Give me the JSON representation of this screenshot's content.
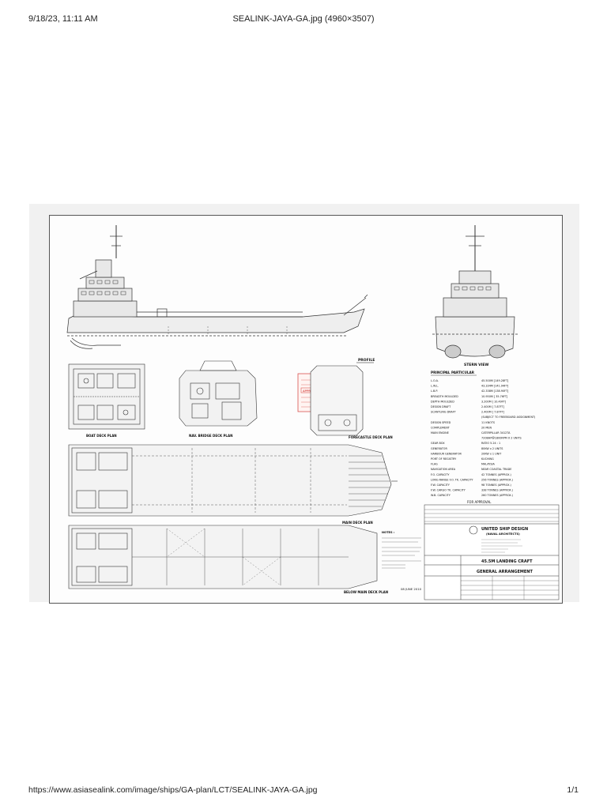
{
  "header": {
    "timestamp": "9/18/23, 11:11 AM",
    "document_title": "SEALINK-JAYA-GA.jpg (4960×3507)"
  },
  "footer": {
    "url": "https://www.asiasealink.com/image/ships/GA-plan/LCT/SEALINK-JAYA-GA.jpg",
    "page_number": "1/1"
  },
  "drawing": {
    "views": {
      "profile": "PROFILE",
      "stern_view": "STERN VIEW",
      "boat_deck": "BOAT DECK PLAN",
      "nav_bridge": "NAV. BRIDGE DECK PLAN",
      "forecastle": "FORECASTLE DECK PLAN",
      "main_deck": "MAIN DECK PLAN",
      "below_main": "BELOW MAIN DECK PLAN"
    },
    "particulars": {
      "heading": "PRINCIPAL PARTICULAR",
      "rows": [
        {
          "label": "L.O.A.",
          "value": "45.500M [149.28FT]"
        },
        {
          "label": "L.W.L.",
          "value": "43.334M [141.94FT]"
        },
        {
          "label": "L.B.P.",
          "value": "42.338M [138.90FT]"
        },
        {
          "label": "BREADTH MOULDED",
          "value": "10.950M [ 35.76FT]"
        },
        {
          "label": "DEPTH MOULDED",
          "value": "3.200M [ 10.49FT]"
        },
        {
          "label": "DESIGN DRAFT",
          "value": "2.400M [ 7.87FT]"
        },
        {
          "label": "SCANTLING DRAFT",
          "value": "2.400M [ 7.87FT]"
        },
        {
          "label": "",
          "value": "(SUBJECT TO FREEBOARD ASSIGNMENT)"
        },
        {
          "label": "DESIGN SPEED",
          "value": "11 KNOTS"
        },
        {
          "label": "COMPLEMENT",
          "value": "20 MEN"
        },
        {
          "label": "MAIN ENGINE",
          "value": "CATERPILLAR 3412TA"
        },
        {
          "label": "",
          "value": "720BHP@1800RPM X 2 UNITS"
        },
        {
          "label": "GEAR BOX",
          "value": "RATIO 5.24 : 1"
        },
        {
          "label": "GENERATOR",
          "value": "80KW x 2 UNITS"
        },
        {
          "label": "HARBOUR GENERATOR",
          "value": "20KW x 1 UNIT"
        },
        {
          "label": "PORT OF REGISTRY",
          "value": "KUCHING"
        },
        {
          "label": "FLAG",
          "value": "MALAYSIA"
        },
        {
          "label": "NAVIGATION AREA",
          "value": "NEAR COASTAL TRADE"
        },
        {
          "label": "F.O. CAPACITY",
          "value": "42 TONNES (APPROX.)"
        },
        {
          "label": "LONG RANGE F.O. TK. CAPACITY",
          "value": "256 TONNES (APPROX.)"
        },
        {
          "label": "F.W. CAPACITY",
          "value": "98 TONNES (APPROX.)"
        },
        {
          "label": "F.W. CARGO TK. CAPACITY",
          "value": "338 TONNES (APPROX.)"
        },
        {
          "label": "W.B. CAPACITY",
          "value": "260 TONNES (APPROX.)"
        }
      ],
      "for_approval": "FOR APPROVAL"
    },
    "title_block": {
      "company": "UNITED SHIP DESIGN",
      "company_sub": "(NAVAL ARCHITECTS)",
      "project": "45.5M LANDING CRAFT",
      "drawing_title": "GENERAL ARRANGEMENT",
      "date": "08 JUNE 2010"
    },
    "stamp": {
      "approved": "APPROVED"
    },
    "notes_label": "NOTES :"
  }
}
